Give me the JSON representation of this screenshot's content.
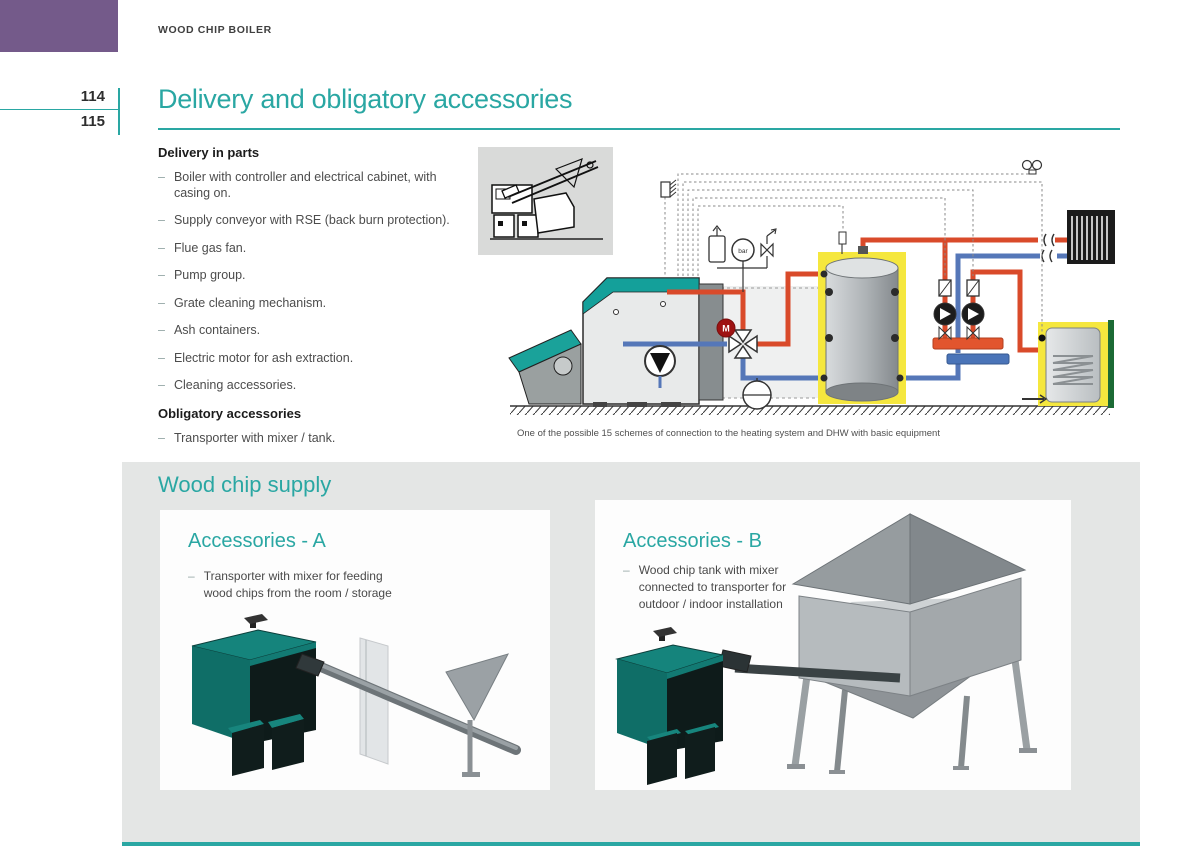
{
  "colors": {
    "accent_teal": "#2aa7a3",
    "purple": "#745a8a",
    "section_bg": "#e4e6e5",
    "pipe_red": "#d94a2a",
    "pipe_blue": "#5577b8",
    "insulation_yellow": "#f5e73e",
    "boiler_teal": "#15847c"
  },
  "chars": {
    "dash": "–"
  },
  "header": {
    "label": "WOOD CHIP BOILER",
    "page_top": "114",
    "page_bottom": "115"
  },
  "main": {
    "title": "Delivery and obligatory accessories",
    "delivery": {
      "heading": "Delivery in parts",
      "items": [
        "Boiler with controller and electrical cabinet, with casing on.",
        "Supply conveyor with RSE (back burn protection).",
        "Flue gas fan.",
        "Pump group.",
        "Grate cleaning mechanism.",
        "Ash containers.",
        "Electric motor for ash extraction.",
        "Cleaning accessories."
      ]
    },
    "obligatory": {
      "heading": "Obligatory accessories",
      "items": [
        "Transporter with mixer / tank."
      ]
    },
    "diagram": {
      "caption": "One of the possible 15 schemes of connection to the heating system and DHW with basic equipment",
      "pressure_unit": "bar",
      "motor_label": "M"
    }
  },
  "supply": {
    "title": "Wood chip supply",
    "cards": [
      {
        "title": "Accessories - A",
        "lines": [
          "Transporter with mixer for feeding",
          "wood chips from the room / storage"
        ]
      },
      {
        "title": "Accessories - B",
        "lines": [
          "Wood chip tank with mixer",
          "connected to transporter for",
          "outdoor / indoor installation"
        ]
      }
    ]
  }
}
